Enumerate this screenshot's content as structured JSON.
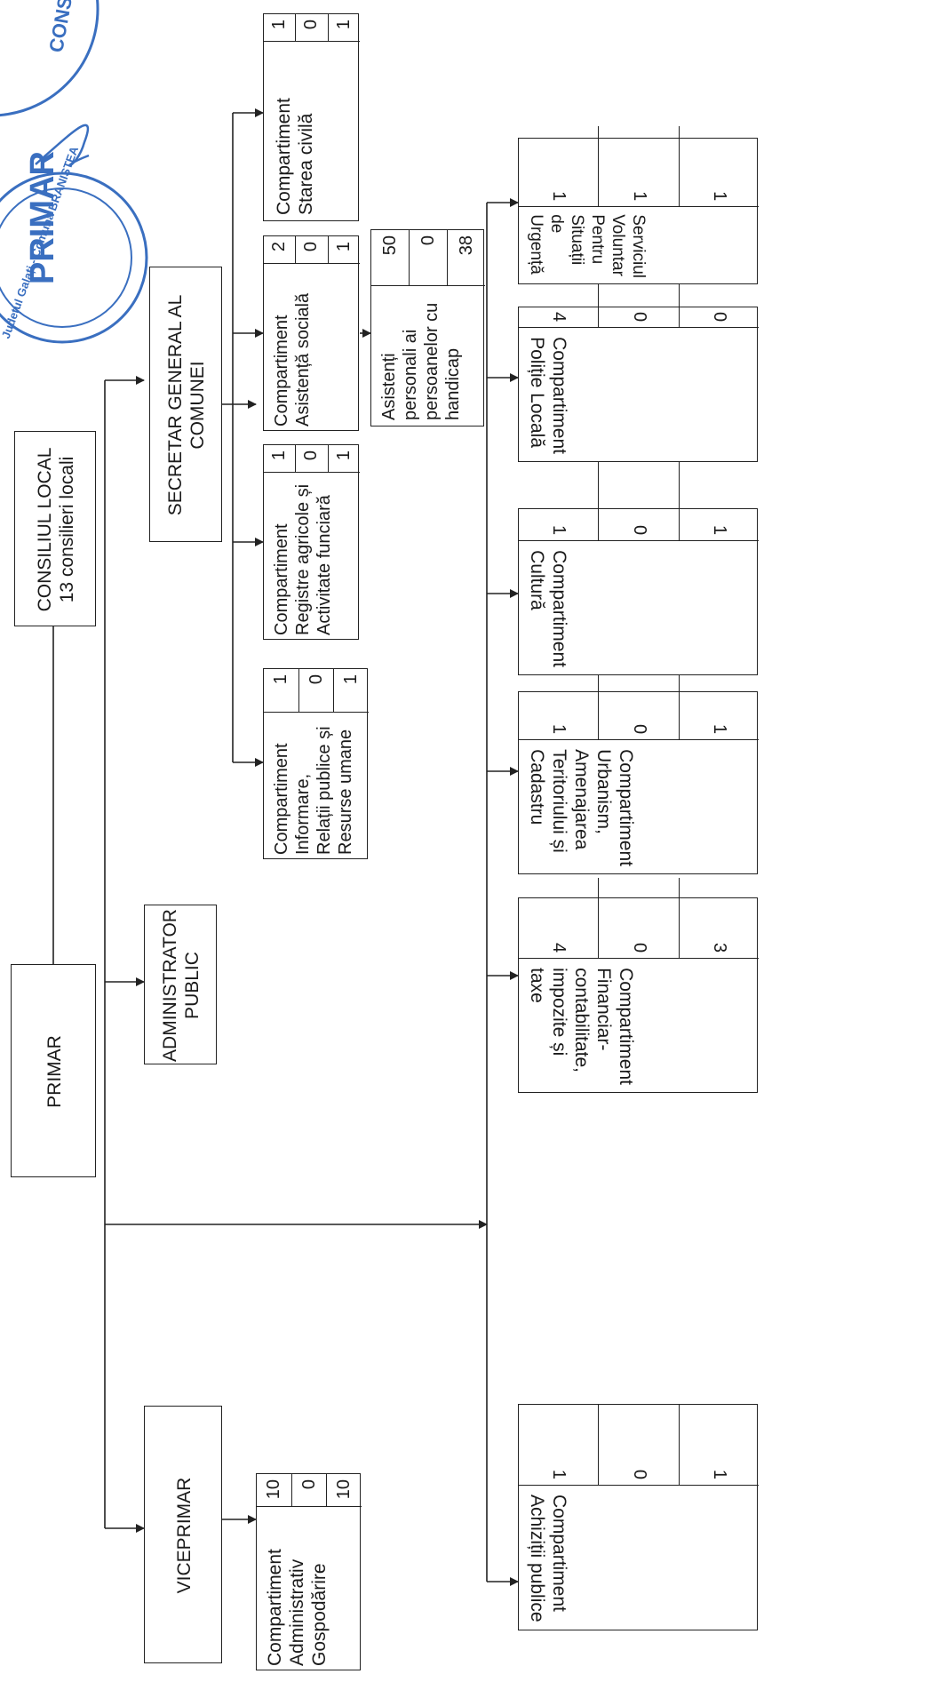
{
  "stamp": {
    "text_top": "CONSILIUL LO",
    "word": "PRIMAR",
    "text_bottom": "Județul Galați - Comuna BRANIȘTEA",
    "color": "#3a6fc0"
  },
  "nodes": {
    "consiliu": {
      "line1": "CONSILIUL  LOCAL",
      "line2": "13 consilieri locali"
    },
    "primar": {
      "label": "PRIMAR"
    },
    "viceprimar": {
      "label": "VICEPRIMAR"
    },
    "administrator": {
      "label": "ADMINISTRATOR\nPUBLIC"
    },
    "secretar": {
      "label": "SECRETAR GENERAL   AL\nCOMUNEI"
    },
    "c_admin": {
      "label": "Compartiment\nAdministrativ\nGospodărire",
      "nums": [
        "10",
        "0",
        "10"
      ]
    },
    "c_informare": {
      "label": "Compartiment\nInformare,\nRelații publice și\nResurse umane",
      "nums": [
        "1",
        "0",
        "1"
      ]
    },
    "c_registre": {
      "label": "Compartiment\nRegistre agricole și\nActivitate funciară",
      "nums": [
        "1",
        "0",
        "1"
      ]
    },
    "c_asistenta": {
      "label": "Compartiment\nAsistență socială",
      "nums": [
        "2",
        "0",
        "1"
      ]
    },
    "c_starea": {
      "label": "Compartiment\nStarea civilă",
      "nums": [
        "1",
        "0",
        "1"
      ]
    },
    "asistenti": {
      "label": "Asistenți\npersonali ai\npersoanelor cu\nhandicap",
      "nums": [
        "50",
        "0",
        "38"
      ]
    },
    "c_achizitii": {
      "label": "Compartiment\nAchiziții publice",
      "nums": [
        "1",
        "0",
        "1"
      ]
    },
    "c_financiar": {
      "label": "Compartiment\nFinanciar-\ncontabilitate,\nimpozite și taxe",
      "nums": [
        "3",
        "0",
        "4"
      ]
    },
    "c_urbanism": {
      "label": "Compartiment\nUrbanism,\nAmenajarea\nTeritoriului și\nCadastru",
      "nums": [
        "1",
        "0",
        "1"
      ]
    },
    "c_cultura": {
      "label": "Compartiment\nCultură",
      "nums": [
        "1",
        "0",
        "1"
      ]
    },
    "c_politie": {
      "label": "Compartiment\nPoliție Locală",
      "nums": [
        "0",
        "0",
        "4"
      ]
    },
    "serviciu_urgenta": {
      "label": "Serviciul\nVoluntar\nPentru  Situații de\nUrgență",
      "nums": [
        "1",
        "1",
        "1"
      ]
    }
  },
  "colors": {
    "line": "#222222",
    "background": "#ffffff"
  }
}
